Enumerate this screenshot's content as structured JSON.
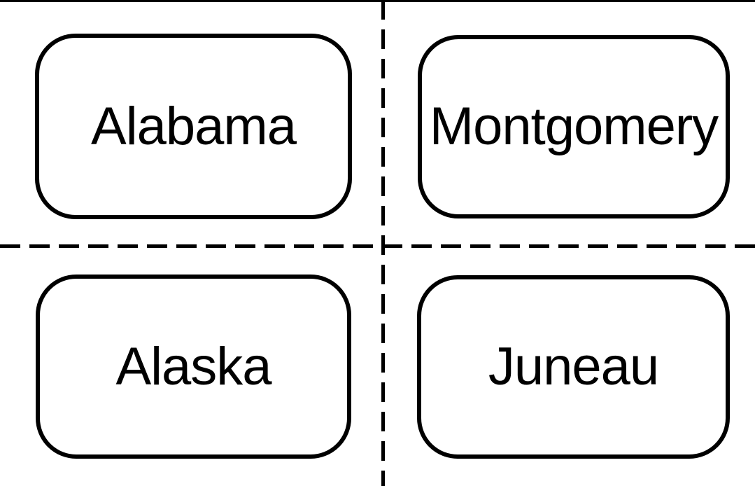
{
  "sheet": {
    "background_color": "#ffffff",
    "line_color": "#000000",
    "text_color": "#000000"
  },
  "cards": [
    {
      "label": "Alabama"
    },
    {
      "label": "Montgomery"
    },
    {
      "label": "Alaska"
    },
    {
      "label": "Juneau"
    }
  ]
}
